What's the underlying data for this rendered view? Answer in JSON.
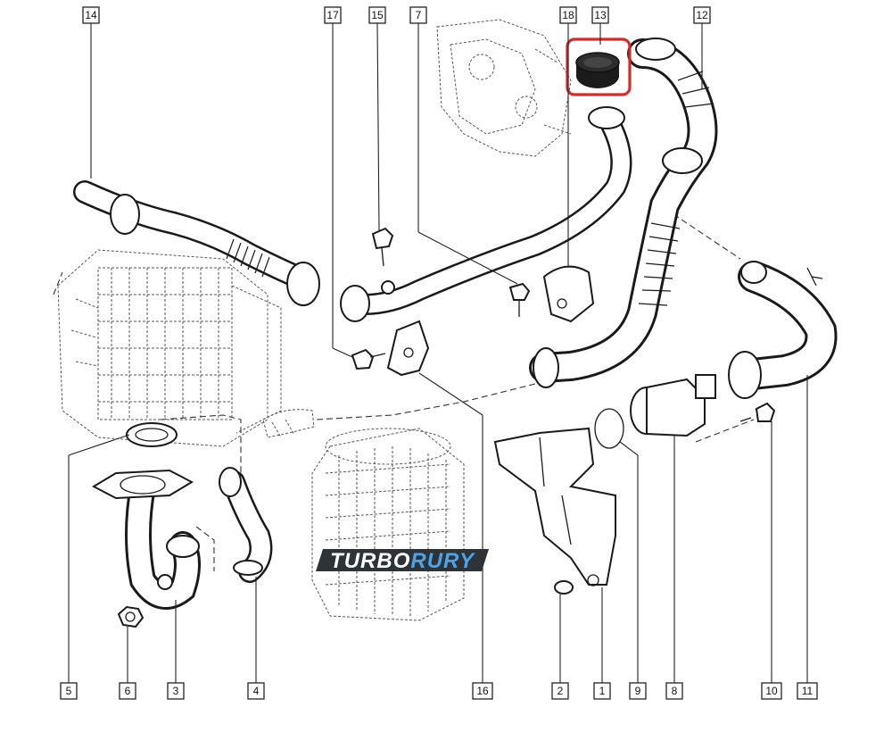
{
  "diagram": {
    "callouts": [
      {
        "id": "c14",
        "label": "14"
      },
      {
        "id": "c17",
        "label": "17"
      },
      {
        "id": "c15",
        "label": "15"
      },
      {
        "id": "c7",
        "label": "7"
      },
      {
        "id": "c18",
        "label": "18"
      },
      {
        "id": "c13",
        "label": "13"
      },
      {
        "id": "c12",
        "label": "12"
      },
      {
        "id": "c5",
        "label": "5"
      },
      {
        "id": "c6",
        "label": "6"
      },
      {
        "id": "c3",
        "label": "3"
      },
      {
        "id": "c4",
        "label": "4"
      },
      {
        "id": "c16",
        "label": "16"
      },
      {
        "id": "c2",
        "label": "2"
      },
      {
        "id": "c1",
        "label": "1"
      },
      {
        "id": "c9",
        "label": "9"
      },
      {
        "id": "c8",
        "label": "8"
      },
      {
        "id": "c10",
        "label": "10"
      },
      {
        "id": "c11",
        "label": "11"
      }
    ],
    "highlight_color": "#d42a2a",
    "watermark": {
      "brand": "TURBO",
      "brand_accent": "RURY",
      "accent_color": "#4ba3e8",
      "background": "#2e3338"
    }
  }
}
